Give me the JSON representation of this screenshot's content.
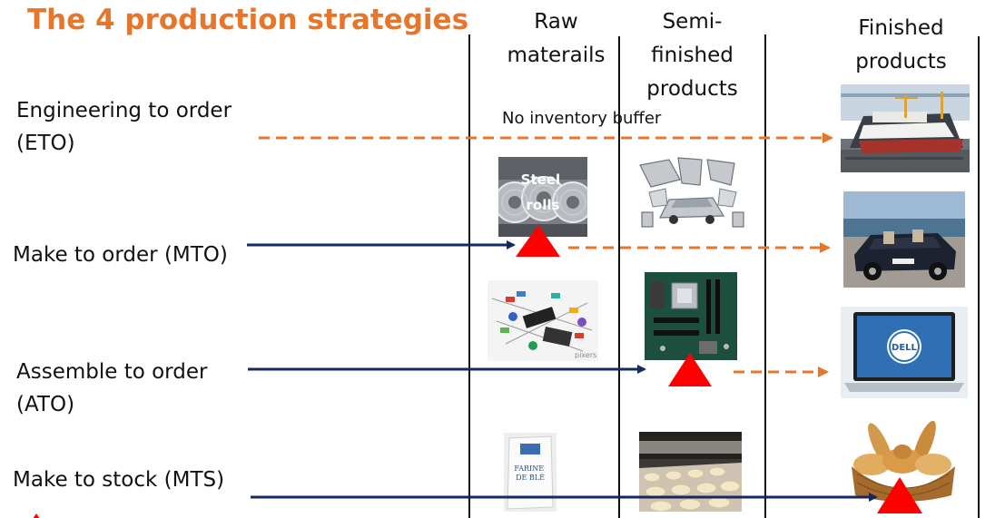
{
  "title": "The 4 production strategies",
  "columns": [
    {
      "id": "raw",
      "label": "Raw\nmaterails"
    },
    {
      "id": "semi",
      "label": "Semi-\nfinished\nproducts"
    },
    {
      "id": "finished",
      "label": "Finished\nproducts"
    }
  ],
  "rows": [
    {
      "id": "eto",
      "label": "Engineering to order\n(ETO)"
    },
    {
      "id": "mto",
      "label": "Make to order (MTO)"
    },
    {
      "id": "ato",
      "label": "Assemble to order\n(ATO)"
    },
    {
      "id": "mts",
      "label": "Make to stock (MTS)"
    }
  ],
  "eto_note": "No inventory buffer",
  "steel_label": "Steel\nrolls",
  "flour_label": "FARINE\nDE BLÉ",
  "laptop_logo": "DELL",
  "watermark": "pixers",
  "colors": {
    "title": "#e6762c",
    "orange_arrow": "#e6762c",
    "navy_arrow": "#132a5e",
    "buffer_triangle": "#ff0000"
  }
}
